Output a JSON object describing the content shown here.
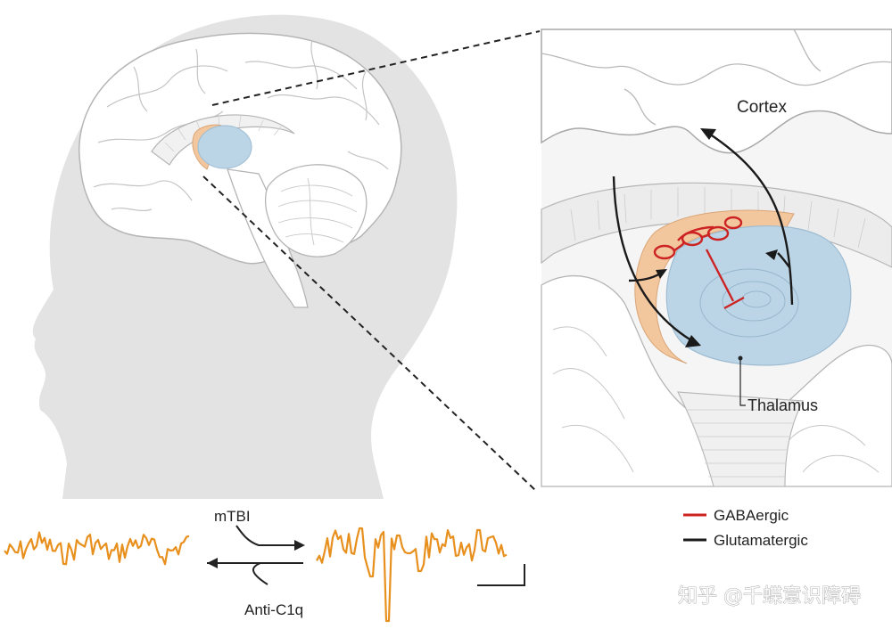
{
  "labels": {
    "cortex": "Cortex",
    "thalamus": "Thalamus",
    "forward_arrow": "mTBI",
    "reverse_arrow": "Anti-C1q"
  },
  "legend": [
    {
      "label": "GABAergic",
      "color": "#cc2222"
    },
    {
      "label": "Glutamatergic",
      "color": "#1a1a1a"
    }
  ],
  "watermark": "知乎 @千蝶意识障碍",
  "colors": {
    "head_silhouette": "#e3e3e3",
    "thalamus_fill": "#bcd5e6",
    "reticular_fill": "#f3c79e",
    "eeg_trace": "#e8901e",
    "gabaergic": "#cc2222",
    "glutamatergic": "#1a1a1a"
  }
}
